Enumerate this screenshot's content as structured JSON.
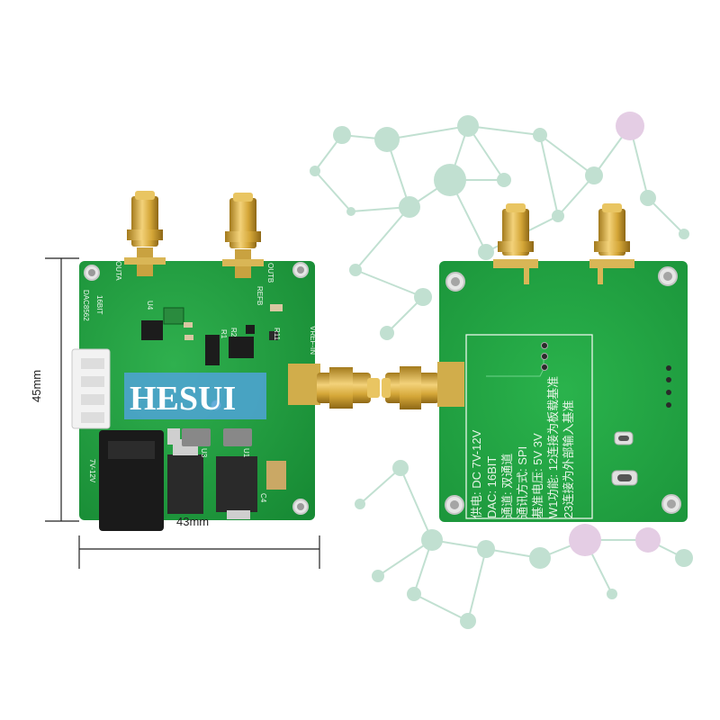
{
  "watermark": {
    "text": "HESUI",
    "color": "#4fa3d8"
  },
  "dimensions": {
    "height_label": "45mm",
    "width_label": "43mm"
  },
  "front_board": {
    "model_label": "DAC8562",
    "bits_label": "16BIT",
    "power_label": "7V-12V",
    "connector_labels": {
      "outa": "OUTA",
      "outb": "OUTB",
      "vref_in": "VREF-IN",
      "refb": "REFB"
    },
    "silk_labels": [
      "U1",
      "U3",
      "R1",
      "R2",
      "C4",
      "R11",
      "U4"
    ],
    "pcb_color": "#1f9a3e"
  },
  "back_board": {
    "spec_lines": [
      "供电:  DC 7V-12V",
      "DAC: 16BIT",
      "通道:  双通道",
      "通讯方式:  SPI",
      "基准电压:  5V  3V",
      "W1功能:  12连接为板载基准",
      "23连接为外部输入基准"
    ],
    "pcb_color": "#22a545"
  },
  "colors": {
    "gold": "#d4a637",
    "network": "#8fc7ad",
    "network_alt": "#cfa6cf"
  }
}
